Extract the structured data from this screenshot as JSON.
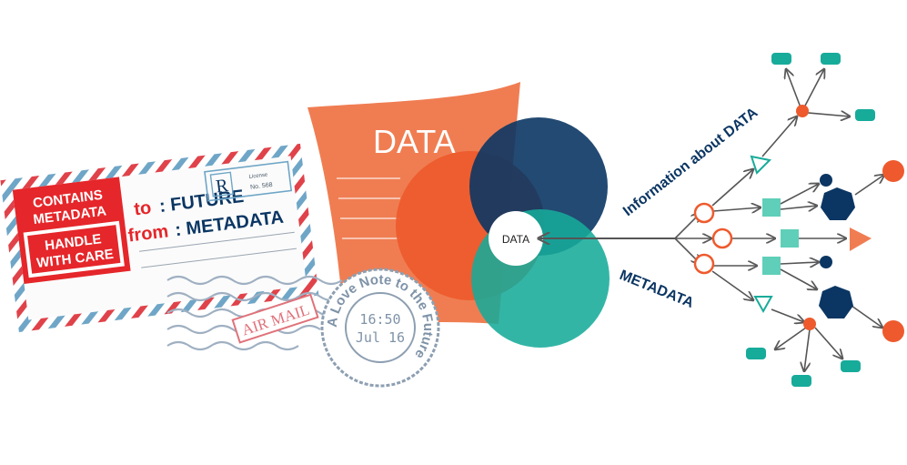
{
  "envelope": {
    "label_line1": "CONTAINS",
    "label_line2": "METADATA",
    "label_line3": "HANDLE",
    "label_line4": "WITH CARE",
    "to_prefix": "to",
    "to_value": ": FUTURE",
    "from_prefix": "from",
    "from_value": ": METADATA",
    "stamp_letter": "R",
    "stamp_license": "License",
    "stamp_number": "No. 568",
    "airmail": "AIR MAIL"
  },
  "postmark": {
    "ring_text": "A Love Note to the Future",
    "time": "16:50",
    "date": "Jul 16"
  },
  "document": {
    "title": "DATA"
  },
  "venn": {
    "center_label": "DATA"
  },
  "labels": {
    "info": "Information about DATA",
    "metadata": "METADATA"
  },
  "colors": {
    "orange": "#ee5a2d",
    "salmon": "#f07d52",
    "navy": "#0b3663",
    "teal": "#17ab9a",
    "mint": "#5fcfb9",
    "red": "#e5262a",
    "envelope_blue": "#6fa6c7",
    "stamp_gray": "#8d9fb1"
  }
}
